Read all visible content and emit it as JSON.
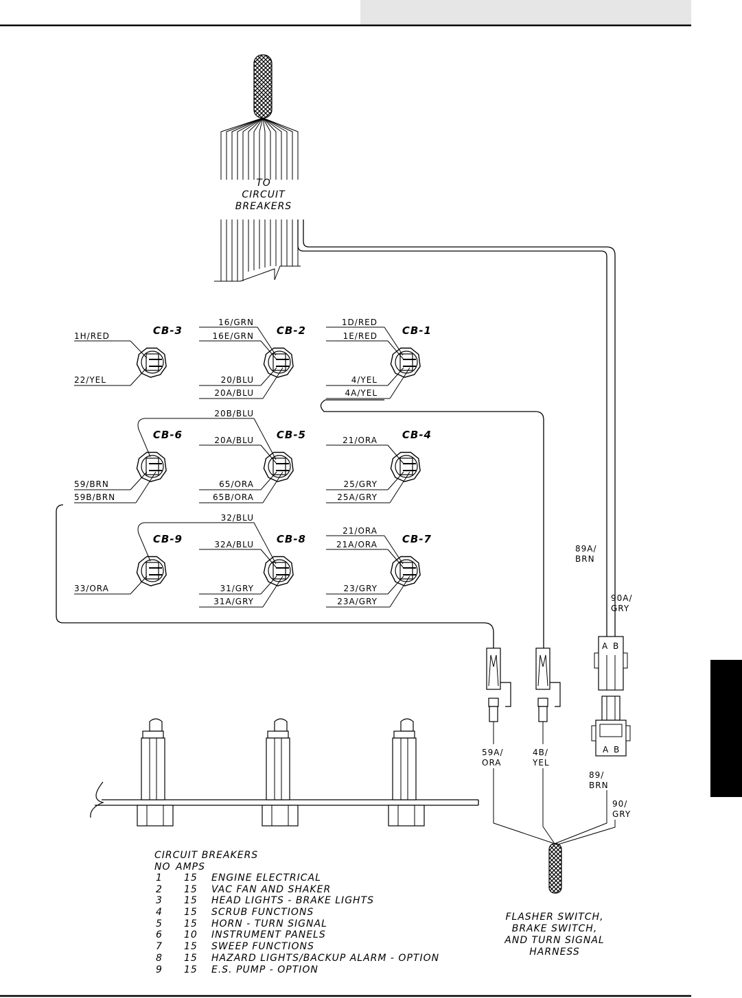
{
  "header": {},
  "harness_top": {
    "label_lines": [
      "TO",
      "CIRCUIT",
      "BREAKERS"
    ]
  },
  "breakers": [
    {
      "id": "CB-3",
      "top_wires": [
        "1H/RED"
      ],
      "bottom_wires": [
        "22/YEL"
      ]
    },
    {
      "id": "CB-2",
      "top_wires": [
        "16/GRN",
        "16E/GRN"
      ],
      "bottom_wires": [
        "20/BLU",
        "20A/BLU"
      ]
    },
    {
      "id": "CB-1",
      "top_wires": [
        "1D/RED",
        "1E/RED"
      ],
      "bottom_wires": [
        "4/YEL",
        "4A/YEL"
      ]
    },
    {
      "id": "CB-6",
      "top_wires": [],
      "bottom_wires": [
        "59/BRN",
        "59B/BRN"
      ]
    },
    {
      "id": "CB-5",
      "top_wires": [
        "20B/BLU",
        "20A/BLU"
      ],
      "bottom_wires": [
        "65/ORA",
        "65B/ORA"
      ]
    },
    {
      "id": "CB-4",
      "top_wires": [
        "21/ORA"
      ],
      "bottom_wires": [
        "25/GRY",
        "25A/GRY"
      ]
    },
    {
      "id": "CB-9",
      "top_wires": [],
      "bottom_wires": [
        "33/ORA"
      ]
    },
    {
      "id": "CB-8",
      "top_wires": [
        "32/BLU",
        "32A/BLU"
      ],
      "bottom_wires": [
        "31/GRY",
        "31A/GRY"
      ]
    },
    {
      "id": "CB-7",
      "top_wires": [
        "21/ORA",
        "21A/ORA"
      ],
      "bottom_wires": [
        "23/GRY",
        "23A/GRY"
      ]
    }
  ],
  "connectors": {
    "upper_89A": [
      "89A/",
      "BRN"
    ],
    "upper_90A": [
      "90A/",
      "GRY"
    ],
    "pin_a": "A",
    "pin_b": "B",
    "lower_59A": [
      "59A/",
      "ORA"
    ],
    "lower_4B": [
      "4B/",
      "YEL"
    ],
    "lower_89": [
      "89/",
      "BRN"
    ],
    "lower_90": [
      "90/",
      "GRY"
    ]
  },
  "harness_bottom": {
    "label_lines": [
      "FLASHER SWITCH,",
      "BRAKE SWITCH,",
      "AND TURN SIGNAL",
      "HARNESS"
    ]
  },
  "legend": {
    "title": "CIRCUIT BREAKERS",
    "head_no": "NO",
    "head_amps": "AMPS",
    "rows": [
      {
        "no": "1",
        "amps": "15",
        "desc": "ENGINE ELECTRICAL"
      },
      {
        "no": "2",
        "amps": "15",
        "desc": "VAC FAN AND SHAKER"
      },
      {
        "no": "3",
        "amps": "15",
        "desc": "HEAD LIGHTS - BRAKE LIGHTS"
      },
      {
        "no": "4",
        "amps": "15",
        "desc": "SCRUB FUNCTIONS"
      },
      {
        "no": "5",
        "amps": "15",
        "desc": "HORN - TURN SIGNAL"
      },
      {
        "no": "6",
        "amps": "10",
        "desc": "INSTRUMENT PANELS"
      },
      {
        "no": "7",
        "amps": "15",
        "desc": "SWEEP FUNCTIONS"
      },
      {
        "no": "8",
        "amps": "15",
        "desc": "HAZARD LIGHTS/BACKUP ALARM - OPTION"
      },
      {
        "no": "9",
        "amps": "15",
        "desc": "E.S. PUMP - OPTION"
      }
    ]
  },
  "colors": {
    "ink": "#000000",
    "header_bar": "#e6e6e6",
    "side_tab": "#000000"
  }
}
